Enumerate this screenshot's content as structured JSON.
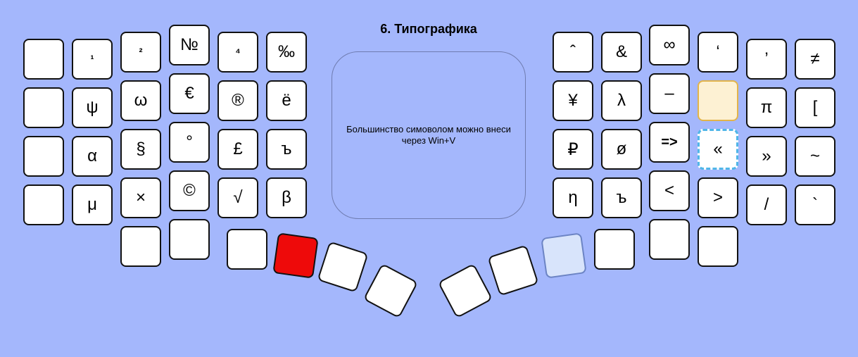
{
  "title": "6. Типографика",
  "note": "Большинство симоволом можно внеси через Win+V",
  "keys": {
    "l_c0_r0": "",
    "l_c0_r1": "",
    "l_c0_r2": "",
    "l_c0_r3": "",
    "l_c1_r0": "¹",
    "l_c1_r1": "ψ",
    "l_c1_r2": "α",
    "l_c1_r3": "μ",
    "l_c2_r0": "²",
    "l_c2_r1": "ω",
    "l_c2_r2": "§",
    "l_c2_r3": "×",
    "l_c2_r4": "",
    "l_c3_r0": "№",
    "l_c3_r1": "€",
    "l_c3_r2": "°",
    "l_c3_r3": "©",
    "l_c3_r4": "",
    "l_c4_r0": "⁴",
    "l_c4_r1": "®",
    "l_c4_r2": "£",
    "l_c4_r3": "√",
    "l_c5_r0": "‰",
    "l_c5_r1": "ё",
    "l_c5_r2": "ъ",
    "l_c5_r3": "β",
    "r_c0_r0": "ˆ",
    "r_c0_r1": "¥",
    "r_c0_r2": "₽",
    "r_c0_r3": "η",
    "r_c1_r0": "&",
    "r_c1_r1": "λ",
    "r_c1_r2": "ø",
    "r_c1_r3": "ъ",
    "r_c2_r0": "∞",
    "r_c2_r1": "–",
    "r_c2_r2": "=>",
    "r_c2_r3": "<",
    "r_c2_r4": "",
    "r_c3_r0": "‘",
    "r_c3_r1": "",
    "r_c3_r2": "«",
    "r_c3_r3": ">",
    "r_c3_r4": "",
    "r_c4_r0": "’",
    "r_c4_r1": "π",
    "r_c4_r2": "»",
    "r_c4_r3": "/",
    "r_c5_r0": "≠",
    "r_c5_r1": "[",
    "r_c5_r2": "~",
    "r_c5_r3": "`",
    "thumb_l1": "",
    "thumb_l2": "",
    "thumb_l3": "",
    "thumb_l4": "",
    "thumb_r1": "",
    "thumb_r2": "",
    "thumb_r3": "",
    "thumb_r4": ""
  },
  "colors": {
    "background": "#a4b7fc",
    "red_key": "#ee0a0a",
    "light_blue_key": "#d8e4fb",
    "yellow_key": "#fdf1d3",
    "dashed_border": "#50b6e8"
  }
}
